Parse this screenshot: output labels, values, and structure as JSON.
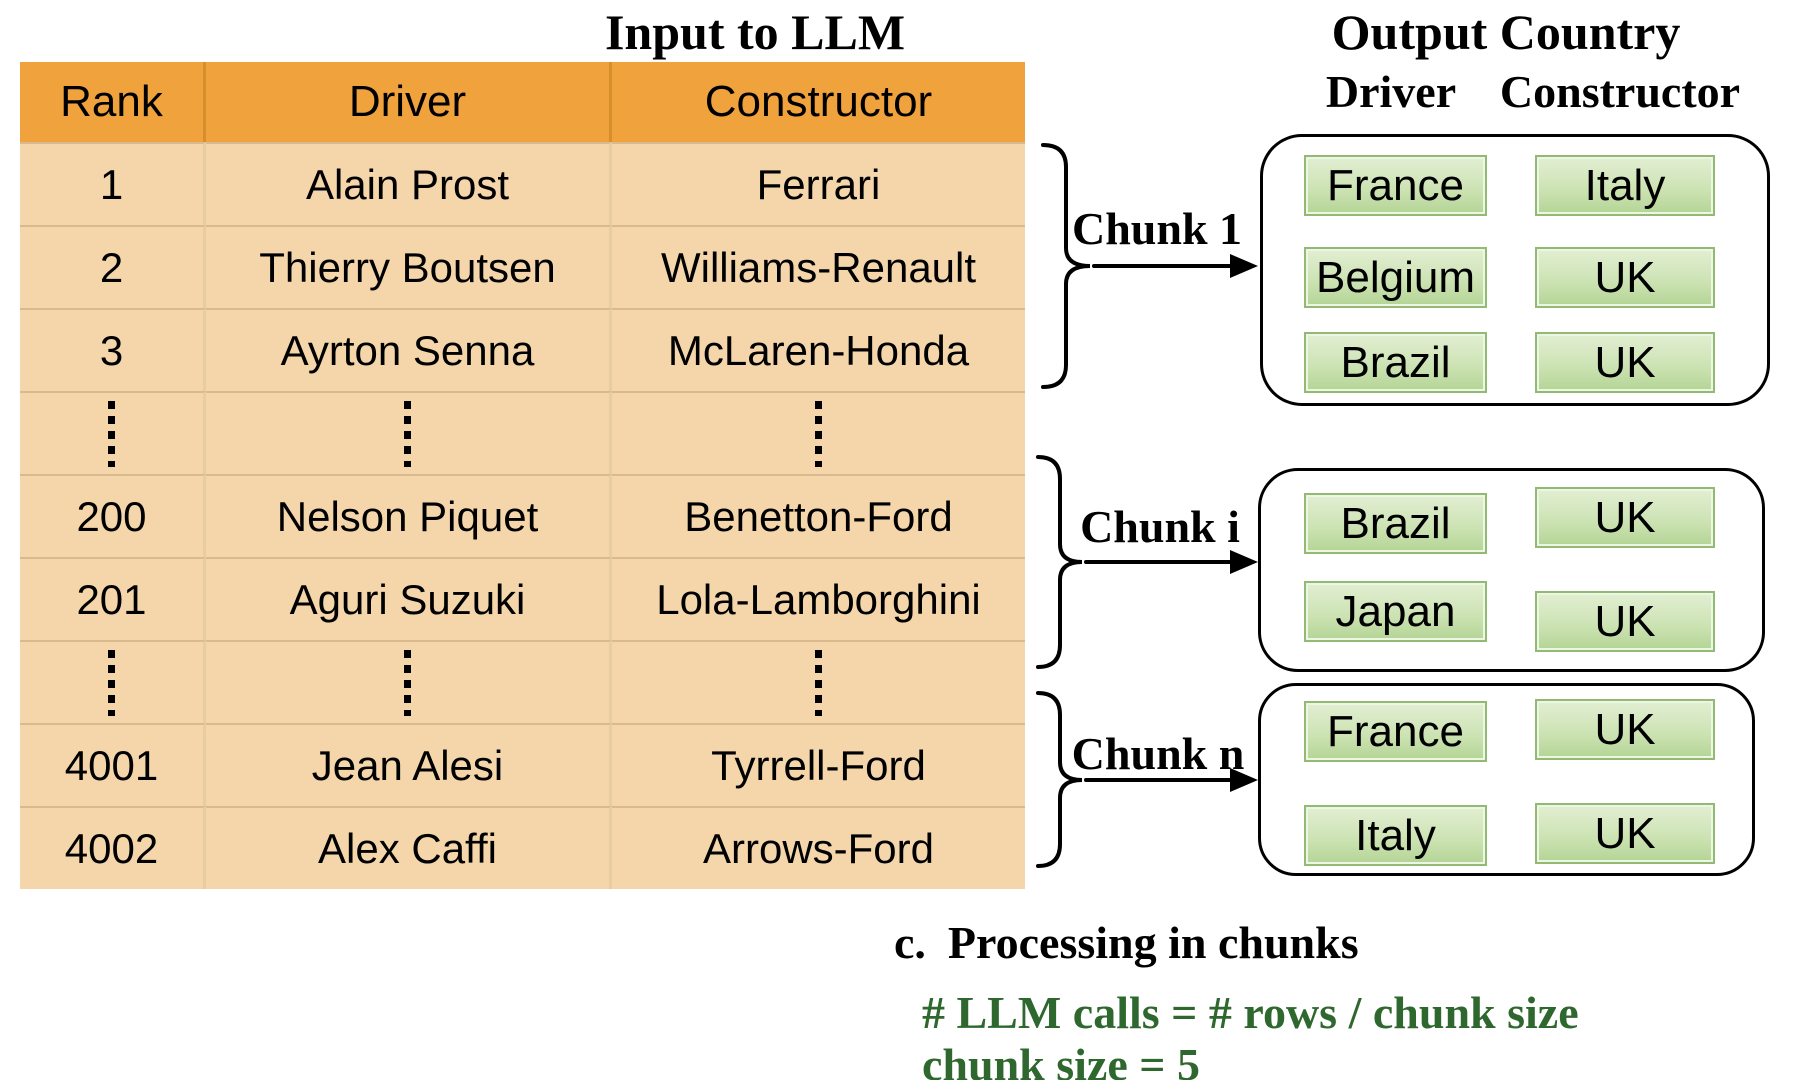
{
  "left_panel": {
    "title": "Input to LLM",
    "table": {
      "headers": [
        "Rank",
        "Driver",
        "Constructor"
      ],
      "rows": [
        [
          "1",
          "Alain Prost",
          "Ferrari"
        ],
        [
          "2",
          "Thierry Boutsen",
          "Williams-Renault"
        ],
        [
          "3",
          "Ayrton Senna",
          "McLaren-Honda"
        ],
        [
          "⋮",
          "⋮",
          "⋮"
        ],
        [
          "200",
          "Nelson Piquet",
          "Benetton-Ford"
        ],
        [
          "201",
          "Aguri Suzuki",
          "Lola-Lamborghini"
        ],
        [
          "⋮",
          "⋮",
          "⋮"
        ],
        [
          "4001",
          "Jean Alesi",
          "Tyrrell-Ford"
        ],
        [
          "4002",
          "Alex Caffi",
          "Arrows-Ford"
        ]
      ]
    }
  },
  "right_panel": {
    "title": "Output Country",
    "column_headers": {
      "driver": "Driver",
      "constructor": "Constructor"
    },
    "chunks": [
      {
        "label": "Chunk 1",
        "pairs": [
          [
            "France",
            "Italy"
          ],
          [
            "Belgium",
            "UK"
          ],
          [
            "Brazil",
            "UK"
          ]
        ]
      },
      {
        "label": "Chunk i",
        "pairs": [
          [
            "Brazil",
            "UK"
          ],
          [
            "Japan",
            "UK"
          ]
        ]
      },
      {
        "label": "Chunk n",
        "pairs": [
          [
            "France",
            "UK"
          ],
          [
            "Italy",
            "UK"
          ]
        ]
      }
    ]
  },
  "caption": {
    "label": "c.",
    "title": "Processing in chunks",
    "formula_line1": "# LLM calls = # rows / chunk size",
    "formula_line2": "chunk size = 5"
  },
  "colors": {
    "table_header_orange": "#f0a23c",
    "table_body_tan": "#f4d6aa",
    "country_cell_green": "#cde3b4",
    "country_cell_border": "#93ba74",
    "formula_green": "#2e682e",
    "connector_black": "#000000"
  }
}
